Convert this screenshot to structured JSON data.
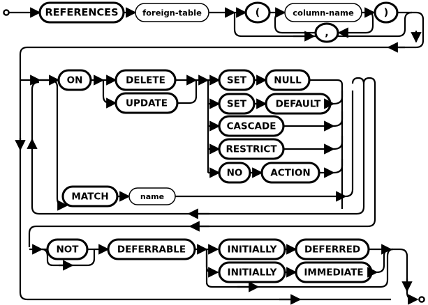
{
  "diagram": {
    "kind": "railroad-syntax-diagram",
    "title": "REFERENCES clause (foreign key constraint) syntax diagram",
    "colors": {
      "background": "#ffffff",
      "stroke": "#000000",
      "box_fill": "#ffffff"
    },
    "start_marker": "start-circle",
    "end_marker": "end-circle",
    "nodes": {
      "references": {
        "label": "REFERENCES",
        "type": "terminal"
      },
      "foreign_table": {
        "label": "foreign-table",
        "type": "nonterminal"
      },
      "lparen": {
        "label": "(",
        "type": "terminal"
      },
      "column_name": {
        "label": "column-name",
        "type": "nonterminal"
      },
      "comma": {
        "label": ",",
        "type": "terminal"
      },
      "rparen": {
        "label": ")",
        "type": "terminal"
      },
      "on": {
        "label": "ON",
        "type": "terminal"
      },
      "delete": {
        "label": "DELETE",
        "type": "terminal"
      },
      "update": {
        "label": "UPDATE",
        "type": "terminal"
      },
      "set1": {
        "label": "SET",
        "type": "terminal"
      },
      "null": {
        "label": "NULL",
        "type": "terminal"
      },
      "set2": {
        "label": "SET",
        "type": "terminal"
      },
      "default": {
        "label": "DEFAULT",
        "type": "terminal"
      },
      "cascade": {
        "label": "CASCADE",
        "type": "terminal"
      },
      "restrict": {
        "label": "RESTRICT",
        "type": "terminal"
      },
      "no": {
        "label": "NO",
        "type": "terminal"
      },
      "action": {
        "label": "ACTION",
        "type": "terminal"
      },
      "match": {
        "label": "MATCH",
        "type": "terminal"
      },
      "name": {
        "label": "name",
        "type": "nonterminal"
      },
      "not": {
        "label": "NOT",
        "type": "terminal"
      },
      "deferrable": {
        "label": "DEFERRABLE",
        "type": "terminal"
      },
      "initially1": {
        "label": "INITIALLY",
        "type": "terminal"
      },
      "deferred": {
        "label": "DEFERRED",
        "type": "terminal"
      },
      "initially2": {
        "label": "INITIALLY",
        "type": "terminal"
      },
      "immediate": {
        "label": "IMMEDIATE",
        "type": "terminal"
      }
    }
  }
}
